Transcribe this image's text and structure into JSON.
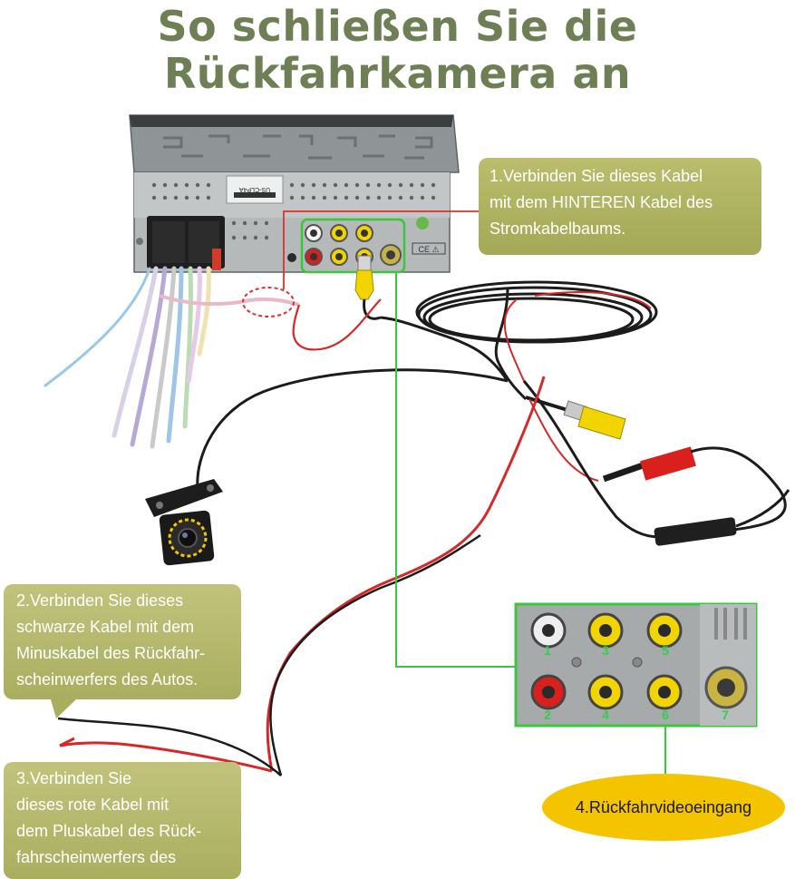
{
  "title": {
    "line1": "So schließen Sie die",
    "line2": "Rückfahrkamera an"
  },
  "callouts": {
    "c1": [
      "1.Verbinden Sie dieses Kabel",
      "mit dem HINTEREN Kabel des",
      "Stromkabelbaums."
    ],
    "c2": [
      "2.Verbinden Sie dieses",
      "schwarze Kabel mit dem",
      "Minuskabel des Rückfahr-",
      "scheinwerfers des Autos."
    ],
    "c3": [
      "3.Verbinden Sie",
      "dieses rote Kabel mit",
      "dem Pluskabel des Rück-",
      "fahrscheinwerfers des"
    ],
    "c4": "4.Rückfahrvideoeingang"
  },
  "radio": {
    "sticker": "US-CLP4A"
  },
  "ports": {
    "numbers": [
      "1",
      "2",
      "3",
      "4",
      "5",
      "6",
      "7"
    ]
  },
  "colors": {
    "title": "#6f7f55",
    "callout": "#a9ae5f",
    "highlight": "#39c83c",
    "video_label": "#f5c400",
    "rca_yellow": "#f2d400",
    "rca_red": "#d9201c",
    "red_wire": "#d62828",
    "black_wire": "#1c1c1c"
  }
}
